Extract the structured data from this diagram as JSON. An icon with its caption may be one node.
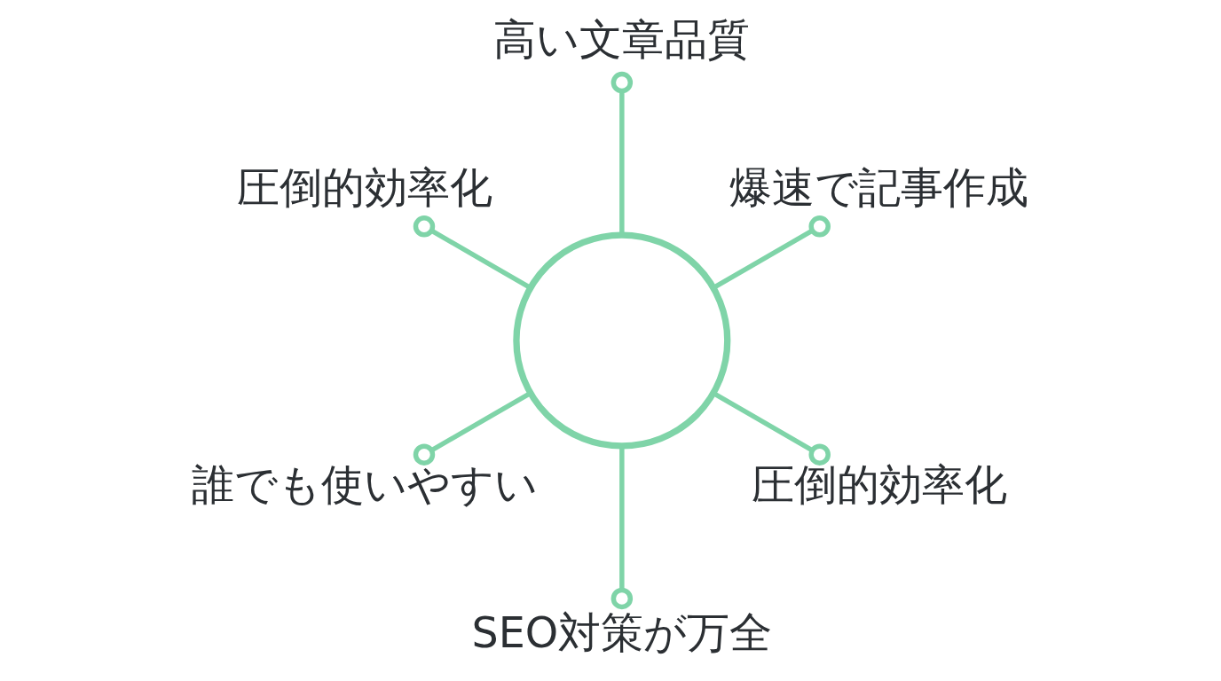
{
  "diagram": {
    "nodes": [
      {
        "text": [],
        "shape": "circle"
      },
      {
        "text": [
          "爆速で記事作成"
        ]
      },
      {
        "text": [
          "高い文章品質"
        ]
      },
      {
        "text": [
          "圧倒的効率化"
        ]
      },
      {
        "text": [
          "誰でも使いやすい"
        ]
      },
      {
        "text": [
          "SEO対策が万全"
        ]
      },
      {
        "text": [
          "圧倒的効率化"
        ]
      }
    ],
    "edges": [
      {
        "from": 0,
        "to": 1,
        "arrow": "other"
      },
      {
        "from": 0,
        "to": 2,
        "arrow": "other"
      },
      {
        "from": 0,
        "to": 3,
        "arrow": "other"
      },
      {
        "from": 0,
        "to": 4,
        "arrow": "other"
      },
      {
        "from": 0,
        "to": 5,
        "arrow": "other"
      },
      {
        "from": 0,
        "to": 6,
        "arrow": "other"
      }
    ]
  }
}
